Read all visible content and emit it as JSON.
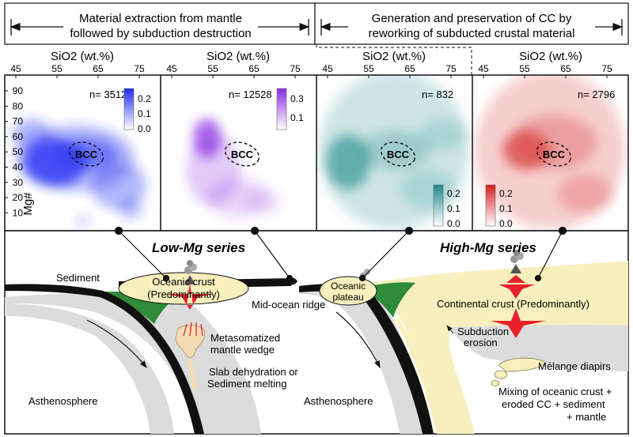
{
  "header": {
    "left_line1": "Material extraction from mantle",
    "left_line2": "followed by subduction destruction",
    "right_line1": "Generation and preservation of CC by",
    "right_line2": "reworking of subducted crustal material"
  },
  "panels": [
    {
      "x_title": "SiO2 (wt.%)",
      "n_label": "n= 3512",
      "cb_ticks": [
        "0.2",
        "0.1",
        "0.0"
      ],
      "color": "#1f2bf2"
    },
    {
      "x_title": "SiO2 (wt.%)",
      "n_label": "n= 12528",
      "cb_ticks": [
        "0.3",
        "0.1"
      ],
      "color": "#8a2be2"
    },
    {
      "x_title": "SiO2 (wt.%)",
      "n_label": "n= 832",
      "cb_ticks": [
        "0.2",
        "0.1",
        "0.0"
      ],
      "color": "#1f8a8a"
    },
    {
      "x_title": "SiO2 (wt.%)",
      "n_label": "n= 2796",
      "cb_ticks": [
        "0.2",
        "0.1",
        "0.0"
      ],
      "color": "#d42020"
    }
  ],
  "x_ticks": [
    "45",
    "55",
    "65",
    "75"
  ],
  "y_ticks": [
    "90",
    "80",
    "70",
    "60",
    "50",
    "40",
    "30",
    "20",
    "10"
  ],
  "y_title": "Mg#",
  "bcc_label": "BCC",
  "section": {
    "low_mg": "Low-Mg series",
    "high_mg": "High-Mg series",
    "sediment": "Sediment",
    "oceanic_crust": "Oceanic crust",
    "oceanic_crust_sub": "(Predominantly)",
    "mid_ocean_ridge": "Mid-ocean ridge",
    "oceanic_plateau_1": "Oceanic",
    "oceanic_plateau_2": "plateau",
    "continental_crust": "Continental crust (Predominantly)",
    "metasomatized_1": "Metasomatized",
    "metasomatized_2": "mantle wedge",
    "slab_1": "Slab dehydration or",
    "slab_2": "Sediment melting",
    "subduction_1": "Subduction",
    "subduction_2": "erosion",
    "melange": "Mélange diapirs",
    "mixing_1": "Mixing of oceanic crust +",
    "mixing_2": "eroded CC  + sediment",
    "mixing_3": "+ mantle",
    "asthenosphere_left": "Asthenosphere",
    "asthenosphere_right": "Asthenosphere"
  },
  "colors": {
    "crust": "#f7efbe",
    "mantle_gray": "#dcdcdc",
    "slab": "#111111",
    "green": "#2e8b3a",
    "magma": "#e8202a"
  }
}
